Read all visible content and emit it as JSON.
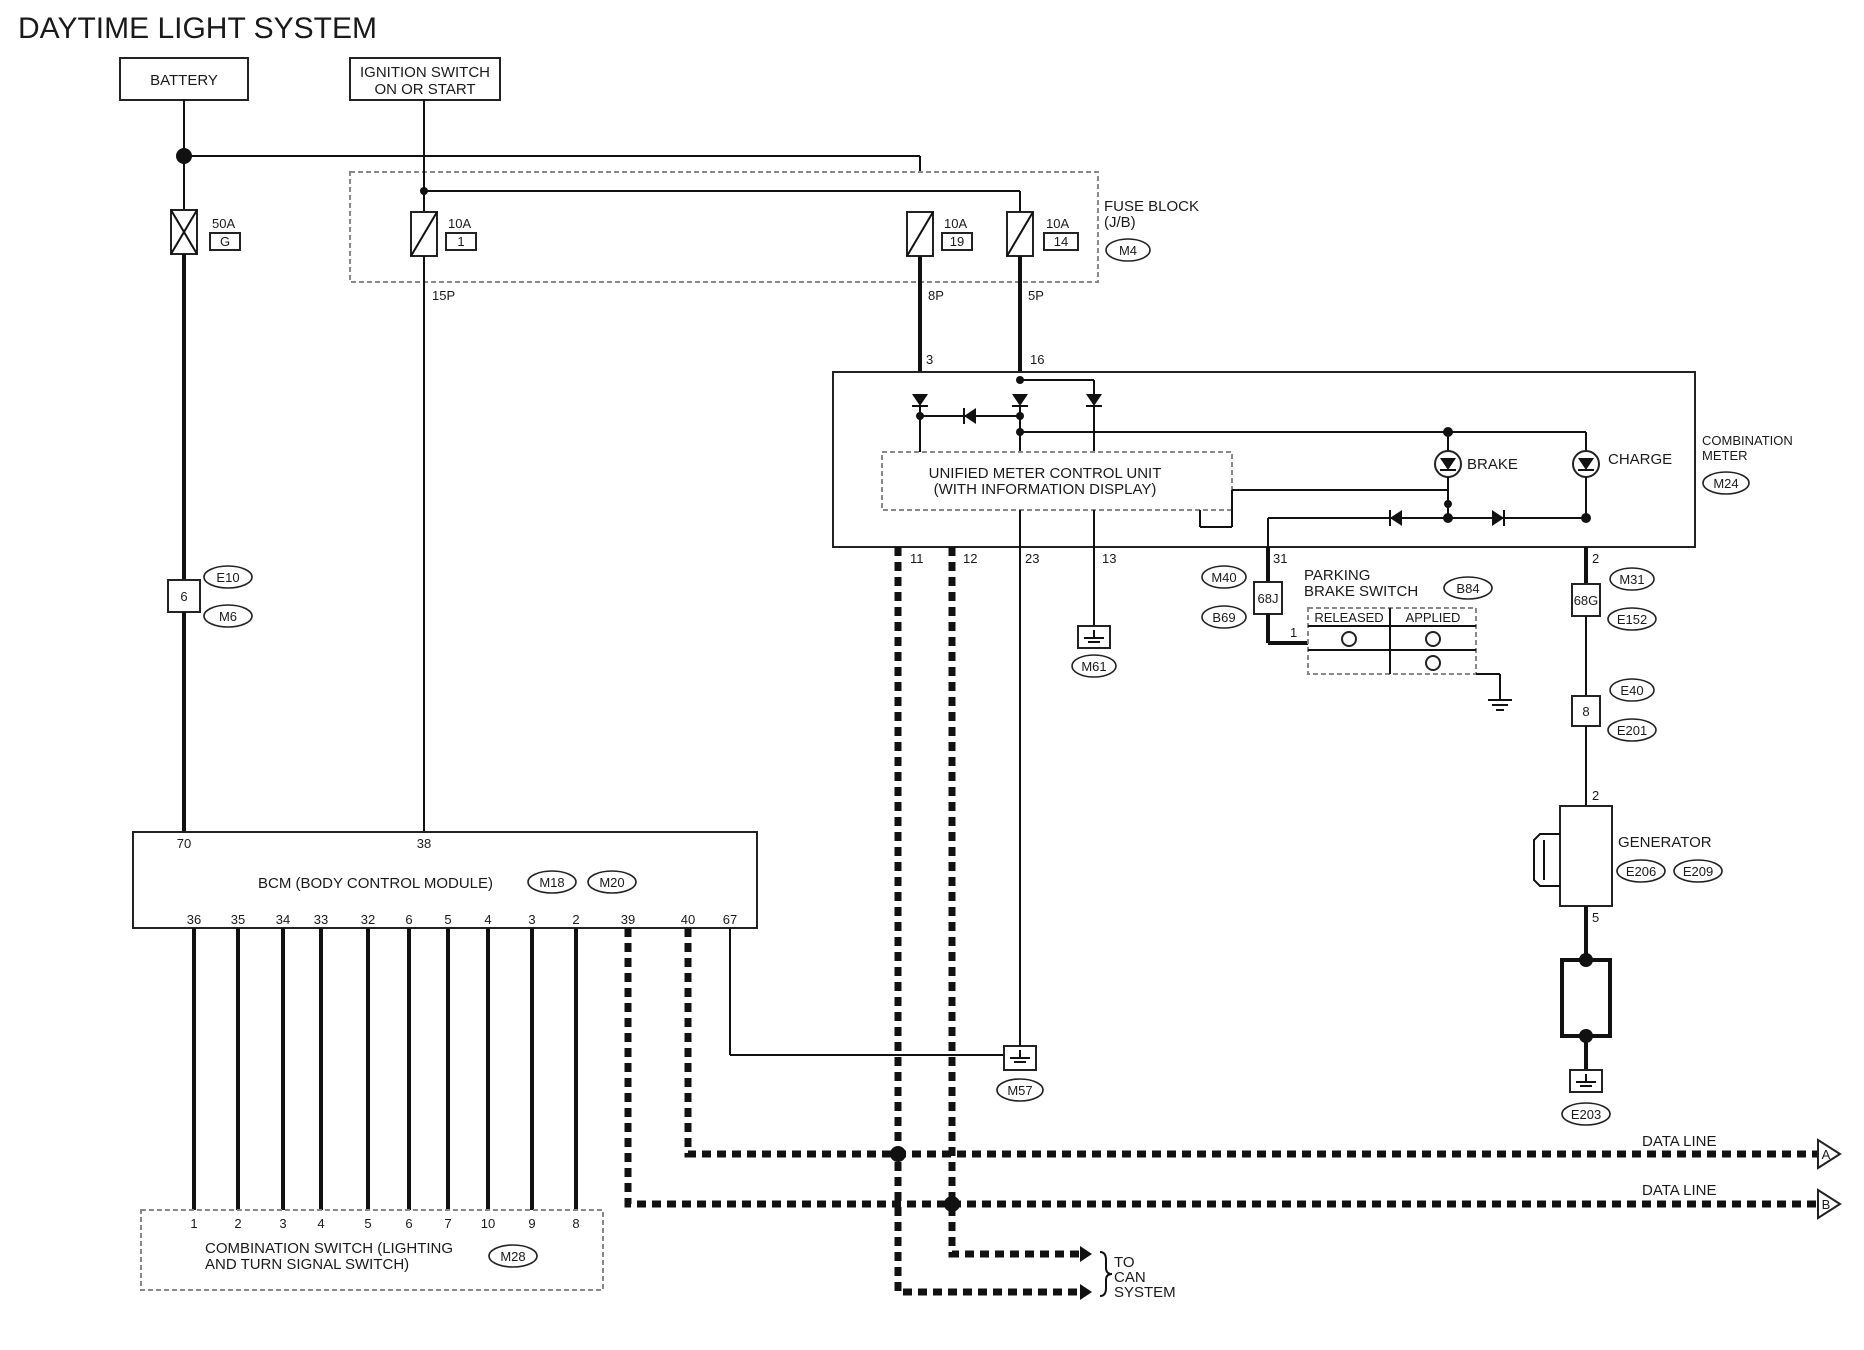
{
  "title": "DAYTIME LIGHT SYSTEM",
  "sources": {
    "battery": "BATTERY",
    "ignition_l1": "IGNITION SWITCH",
    "ignition_l2": "ON OR START"
  },
  "fuse_block": {
    "label_l1": "FUSE BLOCK",
    "label_l2": "(J/B)",
    "connector": "M4",
    "main_fuse": {
      "rating": "50A",
      "id": "G"
    },
    "fuse_1": {
      "rating": "10A",
      "id": "1",
      "pin": "15P"
    },
    "fuse_19": {
      "rating": "10A",
      "id": "19",
      "pin": "8P"
    },
    "fuse_14": {
      "rating": "10A",
      "id": "14",
      "pin": "5P"
    }
  },
  "combination_meter": {
    "label_l1": "COMBINATION",
    "label_l2": "METER",
    "connector": "M24",
    "umcu_l1": "UNIFIED METER CONTROL UNIT",
    "umcu_l2": "(WITH INFORMATION DISPLAY)",
    "pin_in_a": "3",
    "pin_in_b": "16",
    "pin_11": "11",
    "pin_12": "12",
    "pin_23": "23",
    "pin_13": "13",
    "pin_31": "31",
    "pin_2": "2",
    "brake": "BRAKE",
    "charge": "CHARGE"
  },
  "connectors": {
    "e10": "E10",
    "m6": "M6",
    "pin_6": "6",
    "m40": "M40",
    "b69": "B69",
    "pin_68j": "68J",
    "m31": "M31",
    "e152": "E152",
    "pin_68g": "68G",
    "e40": "E40",
    "e201": "E201",
    "pin_8": "8"
  },
  "grounds": {
    "m61": "M61",
    "m57": "M57",
    "e203": "E203"
  },
  "parking_brake": {
    "label_l1": "PARKING",
    "label_l2": "BRAKE SWITCH",
    "connector": "B84",
    "released": "RELEASED",
    "applied": "APPLIED",
    "pin_1": "1"
  },
  "generator": {
    "label": "GENERATOR",
    "conn_a": "E206",
    "conn_b": "E209",
    "pin_top": "2",
    "pin_bottom": "5",
    "pin_mid": "2"
  },
  "bcm": {
    "label": "BCM (BODY CONTROL MODULE)",
    "conn_a": "M18",
    "conn_b": "M20",
    "pin_70": "70",
    "pin_38": "38",
    "bottom_pins": [
      "36",
      "35",
      "34",
      "33",
      "32",
      "6",
      "5",
      "4",
      "3",
      "2",
      "39",
      "40",
      "67"
    ]
  },
  "combination_switch": {
    "label_l1": "COMBINATION SWITCH (LIGHTING",
    "label_l2": "AND TURN SIGNAL SWITCH)",
    "connector": "M28",
    "pins": [
      "1",
      "2",
      "3",
      "4",
      "5",
      "6",
      "7",
      "10",
      "9",
      "8"
    ]
  },
  "data_lines": {
    "line_a": "DATA LINE",
    "tag_a": "A",
    "line_b": "DATA LINE",
    "tag_b": "B"
  },
  "can": {
    "l1": "TO",
    "l2": "CAN",
    "l3": "SYSTEM"
  }
}
